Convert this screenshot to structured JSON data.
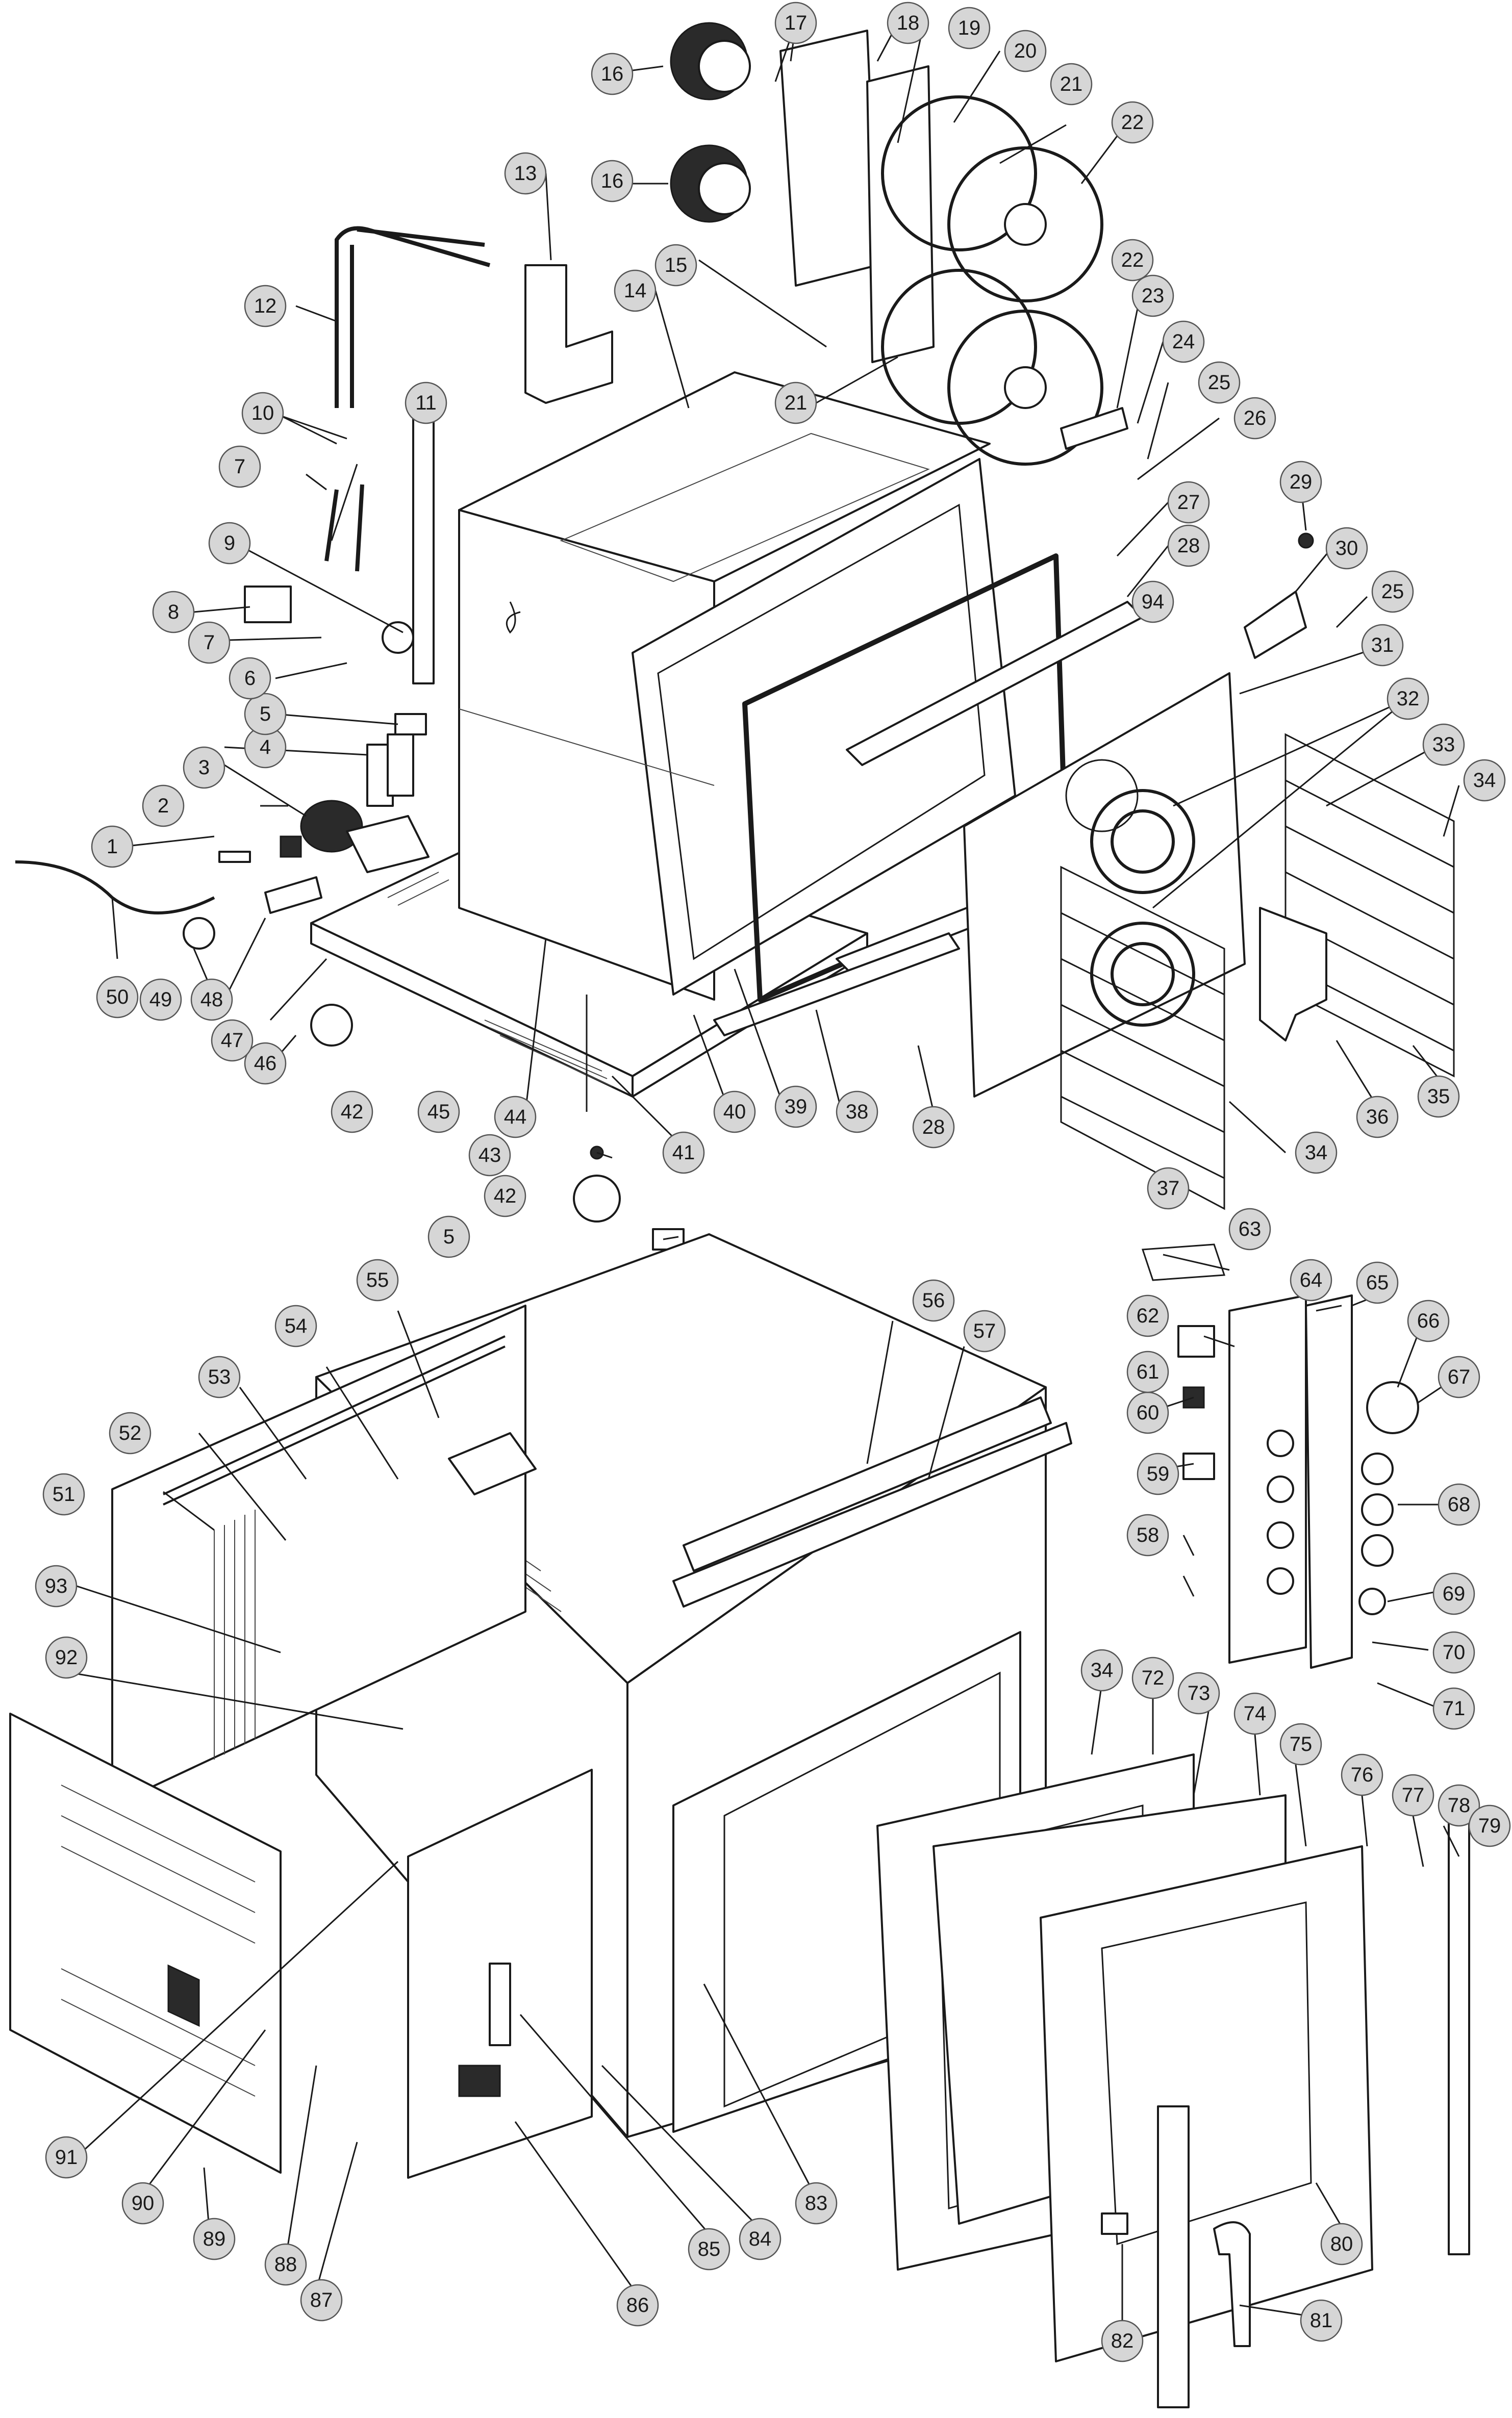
{
  "labels": [
    "1",
    "2",
    "3",
    "4",
    "5",
    "6",
    "7",
    "8",
    "9",
    "10",
    "11",
    "12",
    "13",
    "14",
    "15",
    "16",
    "17",
    "18",
    "19",
    "20",
    "21",
    "22",
    "23",
    "24",
    "25",
    "26",
    "27",
    "28",
    "29",
    "30",
    "31",
    "32",
    "33",
    "34",
    "35",
    "36",
    "37",
    "38",
    "39",
    "40",
    "41",
    "42",
    "43",
    "44",
    "45",
    "46",
    "47",
    "48",
    "49",
    "50",
    "51",
    "52",
    "53",
    "54",
    "55",
    "56",
    "57",
    "58",
    "59",
    "60",
    "61",
    "62",
    "63",
    "64",
    "65",
    "66",
    "67",
    "68",
    "69",
    "70",
    "71",
    "72",
    "73",
    "74",
    "75",
    "76",
    "77",
    "78",
    "79",
    "80",
    "81",
    "82",
    "83",
    "84",
    "85",
    "86",
    "87",
    "88",
    "89",
    "90",
    "91",
    "92",
    "93",
    "94"
  ]
}
